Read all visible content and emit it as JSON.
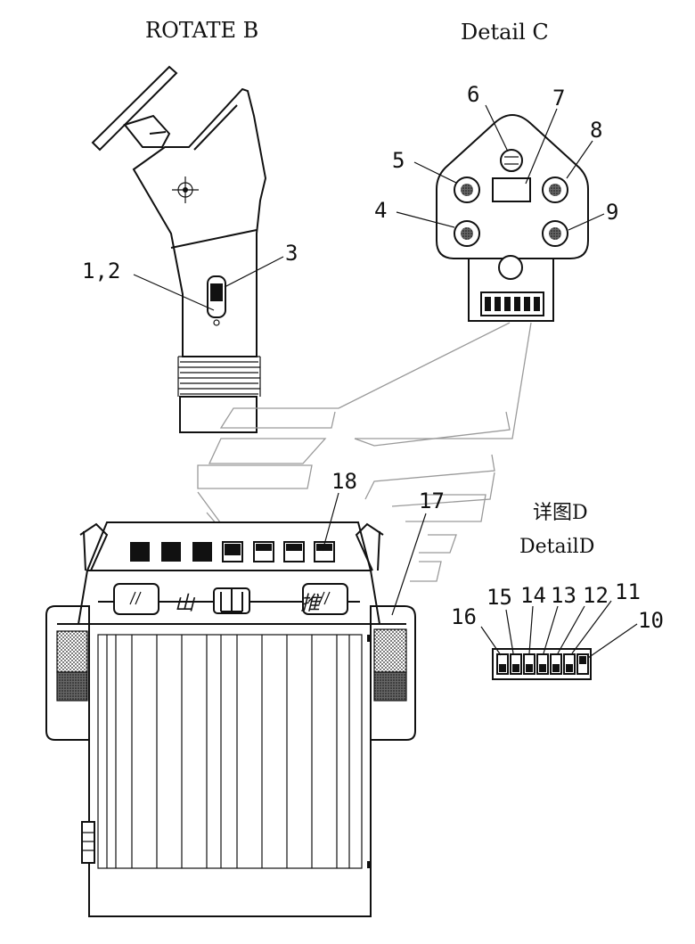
{
  "titles": {
    "rotate_b": "ROTATE B",
    "detail_c": "Detail C",
    "detail_d_cn": "详图D",
    "detail_d_en": "DetailD"
  },
  "callouts": {
    "c12": "1,2",
    "c3": "3",
    "c4": "4",
    "c5": "5",
    "c6": "6",
    "c7": "7",
    "c8": "8",
    "c9": "9",
    "c10": "10",
    "c11": "11",
    "c12n": "12",
    "c13": "13",
    "c14": "14",
    "c15": "15",
    "c16": "16",
    "c17": "17",
    "c18": "18"
  },
  "logo_text": "山 推"
}
